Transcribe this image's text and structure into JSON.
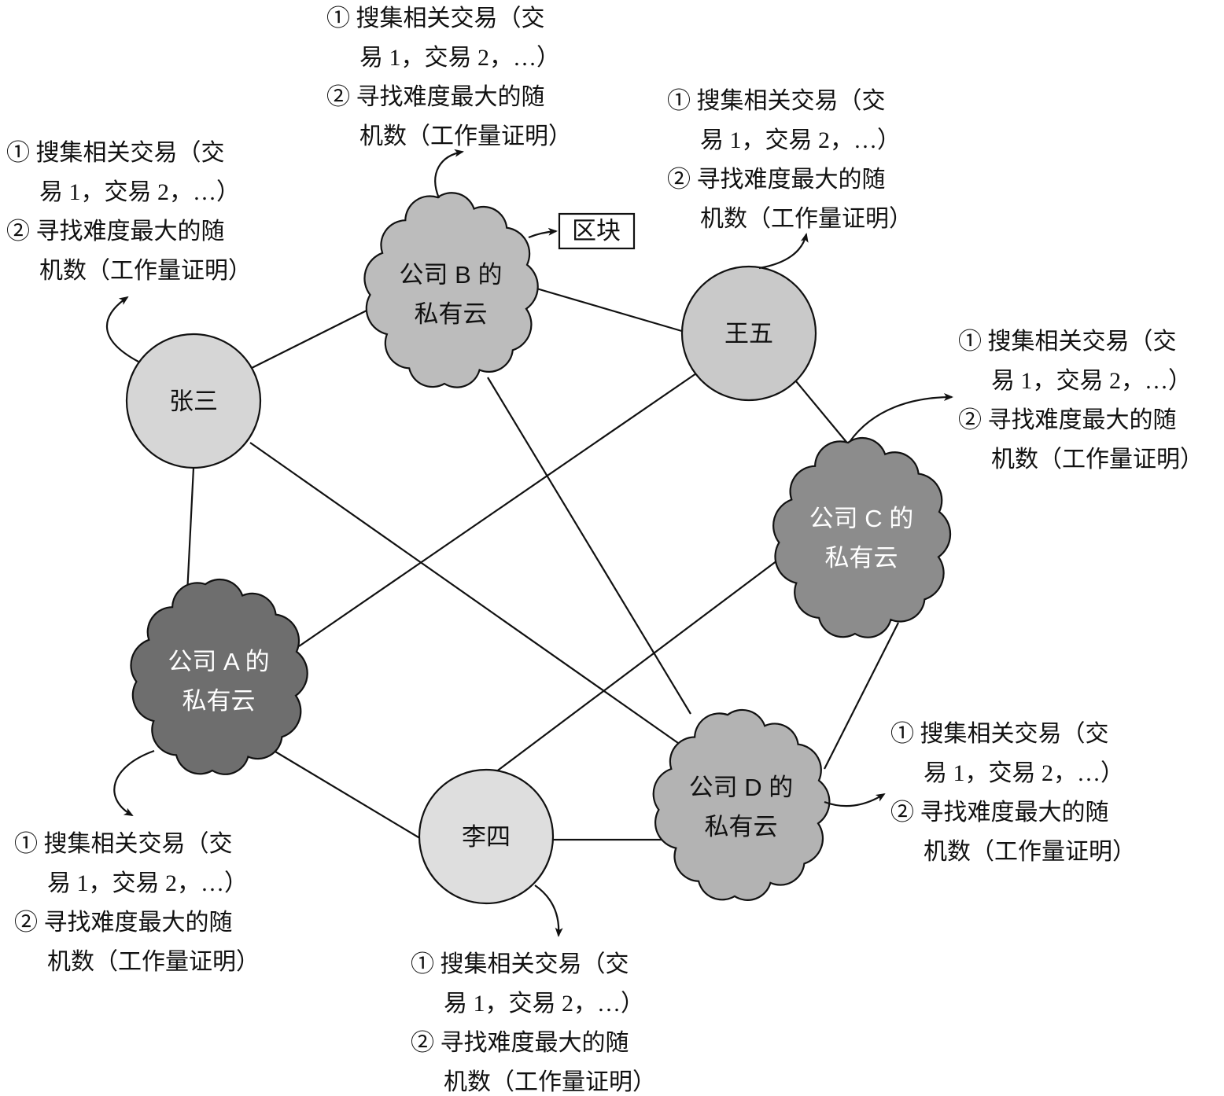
{
  "title": "私有云与节点挖矿网络示意图",
  "nodes": {
    "zhangsan": {
      "label": "张三",
      "fill": "#d6d6d6"
    },
    "wangwu": {
      "label": "王五",
      "fill": "#c9c9c9"
    },
    "lisi": {
      "label": "李四",
      "fill": "#dedede"
    }
  },
  "clouds": {
    "a": {
      "line1": "公司 A 的",
      "line2": "私有云",
      "fill": "#6e6e6e",
      "text_color": "#ffffff"
    },
    "b": {
      "line1": "公司 B 的",
      "line2": "私有云",
      "fill": "#bcbcbc",
      "text_color": "#111111"
    },
    "c": {
      "line1": "公司 C 的",
      "line2": "私有云",
      "fill": "#8c8c8c",
      "text_color": "#ffffff"
    },
    "d": {
      "line1": "公司 D 的",
      "line2": "私有云",
      "fill": "#b3b3b3",
      "text_color": "#111111"
    }
  },
  "block_box": {
    "label": "区块"
  },
  "annotations": [
    {
      "lines": [
        "① 搜集相关交易（交",
        "易 1，交易 2，…）",
        "② 寻找难度最大的随",
        "机数（工作量证明）"
      ]
    },
    {
      "lines": [
        "① 搜集相关交易（交",
        "易 1，交易 2，…）",
        "② 寻找难度最大的随",
        "机数（工作量证明）"
      ]
    },
    {
      "lines": [
        "① 搜集相关交易（交",
        "易 1，交易 2，…）",
        "② 寻找难度最大的随",
        "机数（工作量证明）"
      ]
    },
    {
      "lines": [
        "① 搜集相关交易（交",
        "易 1，交易 2，…）",
        "② 寻找难度最大的随",
        "机数（工作量证明）"
      ]
    },
    {
      "lines": [
        "① 搜集相关交易（交",
        "易 1，交易 2，…）",
        "② 寻找难度最大的随",
        "机数（工作量证明）"
      ]
    },
    {
      "lines": [
        "① 搜集相关交易（交",
        "易 1，交易 2，…）",
        "② 寻找难度最大的随",
        "机数（工作量证明）"
      ]
    },
    {
      "lines": [
        "① 搜集相关交易（交",
        "易 1，交易 2，…）",
        "② 寻找难度最大的随",
        "机数（工作量证明）"
      ]
    }
  ]
}
